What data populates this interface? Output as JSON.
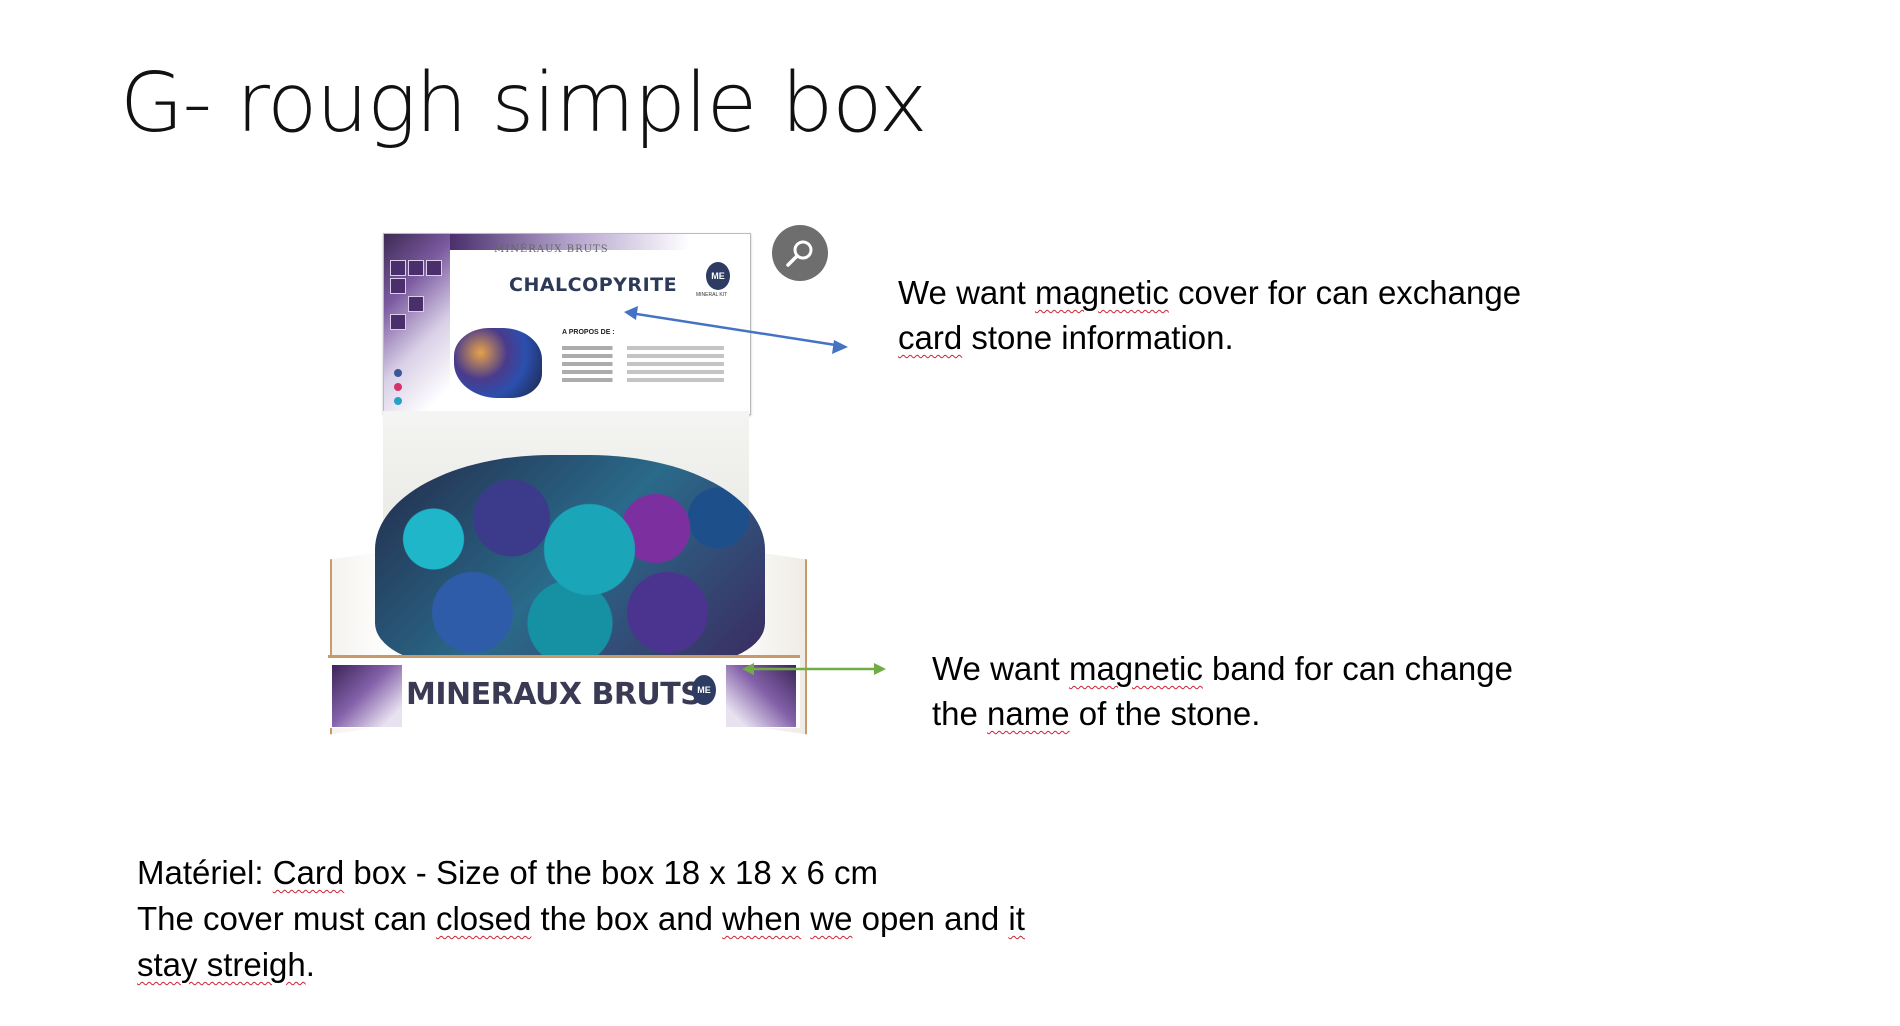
{
  "slide": {
    "title": "G- rough simple box",
    "note_cover": {
      "line1_a": "We want",
      "line1_b": "magnetic",
      "line1_c": "cover for can exchange",
      "line2_a": "card",
      "line2_b": "stone information."
    },
    "note_band": {
      "line1_a": "We want",
      "line1_b": "magnetic",
      "line1_c": "band for can change",
      "line2_a": "the",
      "line2_b": "name",
      "line2_c": "of the stone."
    },
    "bottom": {
      "l1_a": "Matériel:",
      "l1_b": "Card",
      "l1_c": "box - Size of the box 18 x 18 x 6 cm",
      "l2_a": "The cover must can",
      "l2_b": "closed",
      "l2_c": "the box and",
      "l2_d": "when",
      "l2_e": "we",
      "l2_f": "open and",
      "l2_g": "it",
      "l3_a": "stay streigh",
      "l3_b": "."
    }
  },
  "product_photo": {
    "card_heading": "MINÉRAUX BRUTS",
    "card_stone_name": "CHALCOPYRITE",
    "card_logo": "ME",
    "card_logo_caption": "MINERAL KIT",
    "card_about": "A PROPOS DE :",
    "band_text": "MINERAUX BRUTS",
    "band_logo": "ME"
  },
  "icons": {
    "zoom": "magnifier-icon"
  },
  "colors": {
    "arrow_cover": "#4472c4",
    "arrow_band": "#70ad47",
    "spellcheck_underline": "#cc2233"
  }
}
